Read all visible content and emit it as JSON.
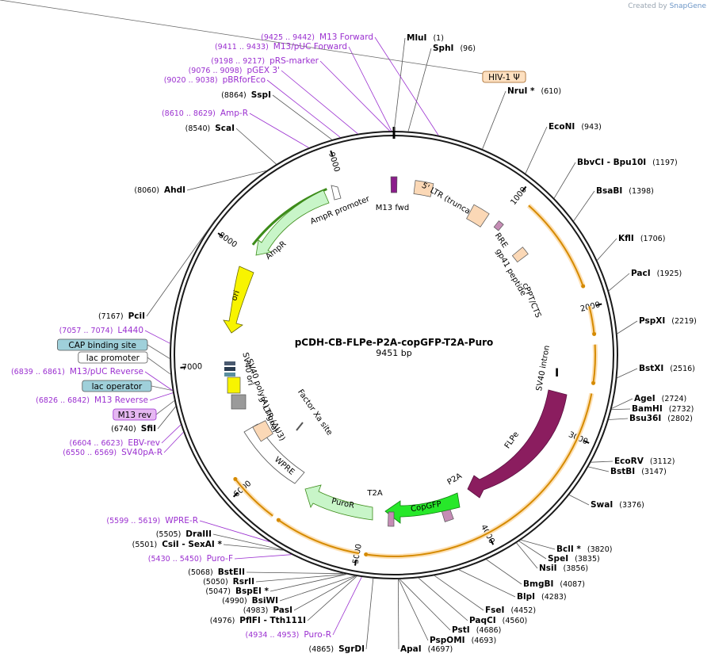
{
  "credit": {
    "created_by": "Created by",
    "brand": "SnapGene"
  },
  "plasmid": {
    "name": "pCDH-CB-FLPe-P2A-copGFP-T2A-Puro",
    "size_label": "9451 bp",
    "length": 9451
  },
  "ticks": [
    "1000",
    "2000",
    "3000",
    "4000",
    "5000",
    "6000",
    "7000",
    "8000",
    "9000"
  ],
  "colors": {
    "backbone": "#1a1a1a",
    "enzyme": "#000000",
    "primer": "#9b30d0",
    "feature_yellow": "#f2b63c",
    "flpe": "#8b1d5f",
    "gfp": "#27e82a",
    "amp": "#c8f5c8",
    "ori": "#f8f400",
    "ltr": "#fbd8b6",
    "grey": "#9a9a9a"
  },
  "sites": [
    {
      "pos": "(1)",
      "name": "MluI",
      "a": 0,
      "type": "enzyme"
    },
    {
      "pos": "(96)",
      "name": "SphI",
      "a": 1,
      "type": "enzyme"
    },
    {
      "pos": "(610)",
      "name": "NruI *",
      "a": 6,
      "type": "enzyme"
    },
    {
      "pos": "(943)",
      "name": "EcoNI",
      "a": 10,
      "type": "enzyme"
    },
    {
      "pos": "(1197)",
      "name": "BbvCI  - Bpu10I",
      "a": 13,
      "type": "enzyme"
    },
    {
      "pos": "(1398)",
      "name": "BsaBI",
      "a": 15,
      "type": "enzyme"
    },
    {
      "pos": "(1706)",
      "name": "KflI",
      "a": 18,
      "type": "enzyme"
    },
    {
      "pos": "(1925)",
      "name": "PacI",
      "a": 20,
      "type": "enzyme"
    },
    {
      "pos": "(2219)",
      "name": "PspXI",
      "a": 23,
      "type": "enzyme"
    },
    {
      "pos": "(2516)",
      "name": "BstXI",
      "a": 26,
      "type": "enzyme"
    },
    {
      "pos": "(2724)",
      "name": "AgeI",
      "a": 28,
      "type": "enzyme"
    },
    {
      "pos": "(2732)",
      "name": "BamHI",
      "a": 29,
      "type": "enzyme"
    },
    {
      "pos": "(2802)",
      "name": "Bsu36I",
      "a": 30,
      "type": "enzyme"
    },
    {
      "pos": "(3112)",
      "name": "EcoRV",
      "a": 33,
      "type": "enzyme"
    },
    {
      "pos": "(3147)",
      "name": "BstBI",
      "a": 34,
      "type": "enzyme"
    },
    {
      "pos": "(3376)",
      "name": "SwaI",
      "a": 36,
      "type": "enzyme"
    },
    {
      "pos": "(3820)",
      "name": "BclI *",
      "a": 40,
      "type": "enzyme"
    },
    {
      "pos": "(3835)",
      "name": "SpeI",
      "a": 41,
      "type": "enzyme"
    },
    {
      "pos": "(3856)",
      "name": "NsiI",
      "a": 42,
      "type": "enzyme"
    },
    {
      "pos": "(4087)",
      "name": "BmgBI",
      "a": 43,
      "type": "enzyme"
    },
    {
      "pos": "(4283)",
      "name": "BlpI",
      "a": 45,
      "type": "enzyme"
    },
    {
      "pos": "(4452)",
      "name": "FseI",
      "a": 47,
      "type": "enzyme"
    },
    {
      "pos": "(4560)",
      "name": "PaqCI",
      "a": 48,
      "type": "enzyme"
    },
    {
      "pos": "(4686)",
      "name": "PstI",
      "a": 49,
      "type": "enzyme"
    },
    {
      "pos": "(4693)",
      "name": "PspOMI",
      "a": 50,
      "type": "enzyme"
    },
    {
      "pos": "(4697)",
      "name": "ApaI",
      "a": 51,
      "type": "enzyme"
    },
    {
      "pos": "(4865)",
      "name": "SgrDI",
      "a": 52,
      "type": "enzyme"
    },
    {
      "pos": "(4934 .. 4953)",
      "name": "Puro-R",
      "a": 53,
      "type": "primer"
    },
    {
      "pos": "(4976)",
      "name": "PflFI  - Tth111I",
      "a": 54,
      "type": "enzyme"
    },
    {
      "pos": "(4983)",
      "name": "PasI",
      "a": 55,
      "type": "enzyme"
    },
    {
      "pos": "(4990)",
      "name": "BsiWI",
      "a": 56,
      "type": "enzyme"
    },
    {
      "pos": "(5047)",
      "name": "BspEI *",
      "a": 57,
      "type": "enzyme"
    },
    {
      "pos": "(5050)",
      "name": "RsrII",
      "a": 58,
      "type": "enzyme"
    },
    {
      "pos": "(5068)",
      "name": "BstEII",
      "a": 59,
      "type": "enzyme"
    },
    {
      "pos": "(5430 .. 5450)",
      "name": "Puro-F",
      "a": 60,
      "type": "primer"
    },
    {
      "pos": "(5501)",
      "name": "CsiI  - SexAI *",
      "a": 61,
      "type": "enzyme"
    },
    {
      "pos": "(5505)",
      "name": "DraIII",
      "a": 62,
      "type": "enzyme"
    },
    {
      "pos": "(5599 .. 5619)",
      "name": "WPRE-R",
      "a": 63,
      "type": "primer"
    },
    {
      "pos": "(6550 .. 6569)",
      "name": "SV40pA-R",
      "a": 70,
      "type": "primer"
    },
    {
      "pos": "(6604 .. 6623)",
      "name": "EBV-rev",
      "a": 71,
      "type": "primer"
    },
    {
      "pos": "(6740)",
      "name": "SfiI",
      "a": 72,
      "type": "enzyme"
    },
    {
      "pos": "",
      "name": "M13 rev",
      "a": 73,
      "type": "box_purple"
    },
    {
      "pos": "(6826 .. 6842)",
      "name": "M13 Reverse",
      "a": 74,
      "type": "primer"
    },
    {
      "pos": "",
      "name": "lac operator",
      "a": 75,
      "type": "box_teal"
    },
    {
      "pos": "(6839 .. 6861)",
      "name": "M13/pUC Reverse",
      "a": 76,
      "type": "primer"
    },
    {
      "pos": "",
      "name": "lac promoter",
      "a": 77,
      "type": "box_white"
    },
    {
      "pos": "",
      "name": "CAP binding site",
      "a": 78,
      "type": "box_teal"
    },
    {
      "pos": "(7057 .. 7074)",
      "name": "L4440",
      "a": 79,
      "type": "primer"
    },
    {
      "pos": "(7167)",
      "name": "PciI",
      "a": 80,
      "type": "enzyme"
    },
    {
      "pos": "(8060)",
      "name": "AhdI",
      "a": 86,
      "type": "enzyme"
    },
    {
      "pos": "(8540)",
      "name": "ScaI",
      "a": 89,
      "type": "enzyme"
    },
    {
      "pos": "(8610 .. 8629)",
      "name": "Amp-R",
      "a": 90,
      "type": "primer"
    },
    {
      "pos": "(8864)",
      "name": "SspI",
      "a": 92,
      "type": "enzyme"
    },
    {
      "pos": "(9020 .. 9038)",
      "name": "pBRforEco",
      "a": 93,
      "type": "primer"
    },
    {
      "pos": "(9076 .. 9098)",
      "name": "pGEX 3'",
      "a": 94,
      "type": "primer"
    },
    {
      "pos": "(9198 .. 9217)",
      "name": "pRS-marker",
      "a": 95,
      "type": "primer"
    },
    {
      "pos": "(9411 .. 9433)",
      "name": "M13/pUC Forward",
      "a": 96,
      "type": "primer"
    },
    {
      "pos": "(9425 .. 9442)",
      "name": "M13 Forward",
      "a": 97,
      "type": "primer"
    },
    {
      "pos": "",
      "name": "HIV-1 Ψ",
      "a": 98,
      "type": "box_peach"
    }
  ],
  "features": [
    {
      "name": "M13 fwd"
    },
    {
      "name": "5' LTR (truncated)"
    },
    {
      "name": "RRE"
    },
    {
      "name": "gp41 peptide"
    },
    {
      "name": "cPPT/CTS"
    },
    {
      "name": "SV40 intron"
    },
    {
      "name": "FLPe"
    },
    {
      "name": "P2A"
    },
    {
      "name": "CopGFP"
    },
    {
      "name": "T2A"
    },
    {
      "name": "PuroR"
    },
    {
      "name": "WPRE"
    },
    {
      "name": "Factor Xa site"
    },
    {
      "name": "3' LTR (ΔU3)"
    },
    {
      "name": "SV40 poly(A) signal"
    },
    {
      "name": "SV40 ori"
    },
    {
      "name": "ori"
    },
    {
      "name": "AmpR"
    },
    {
      "name": "AmpR promoter"
    }
  ]
}
